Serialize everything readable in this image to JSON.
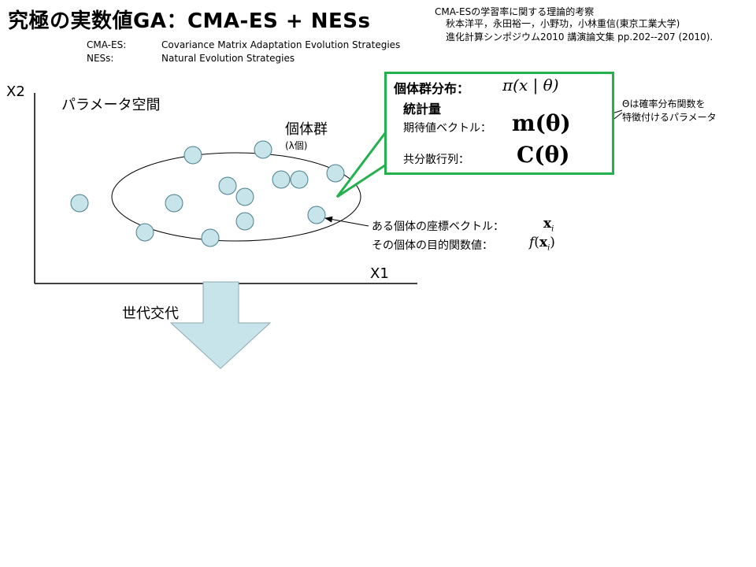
{
  "title": "究極の実数値GA：CMA-ES + NESs",
  "abbreviations": [
    {
      "abbr": "CMA-ES:",
      "full": "Covariance Matrix Adaptation Evolution Strategies"
    },
    {
      "abbr": "NESs:",
      "full": "Natural Evolution Strategies"
    }
  ],
  "reference": {
    "line1": "CMA-ESの学習率に関する理論的考察",
    "line2": "秋本洋平，永田裕一，小野功，小林重信(東京工業大学)",
    "line3": "進化計算シンポジウム2010 講演論文集 pp.202--207 (2010)."
  },
  "axes": {
    "y_label": "X2",
    "x_label": "X1"
  },
  "labels": {
    "param_space": "パラメータ空間",
    "population": "個体群",
    "lambda": "(λ個)",
    "generation": "世代交代",
    "coord_vector": "ある個体の座標ベクトル：",
    "objective": "その個体の目的関数値："
  },
  "math": {
    "x_i": "x",
    "sub_i": "i",
    "f_xi_f": "f",
    "f_xi_x": "x",
    "distribution": "π(x | θ)",
    "mean": "m(θ)",
    "cov": "C(θ)"
  },
  "box": {
    "distribution_label": "個体群分布：",
    "statistics": "統計量",
    "mean_label": "期待値ベクトル：",
    "cov_label": "共分散行列："
  },
  "theta_note": {
    "line1": "Θは確率分布関数を",
    "line2": "特徴付けるパラメータ"
  },
  "colors": {
    "circle_fill": "#c6e4ea",
    "circle_stroke": "#4a7f8c",
    "arrow_fill": "#c6e4ea",
    "box_border": "#22b14c"
  }
}
